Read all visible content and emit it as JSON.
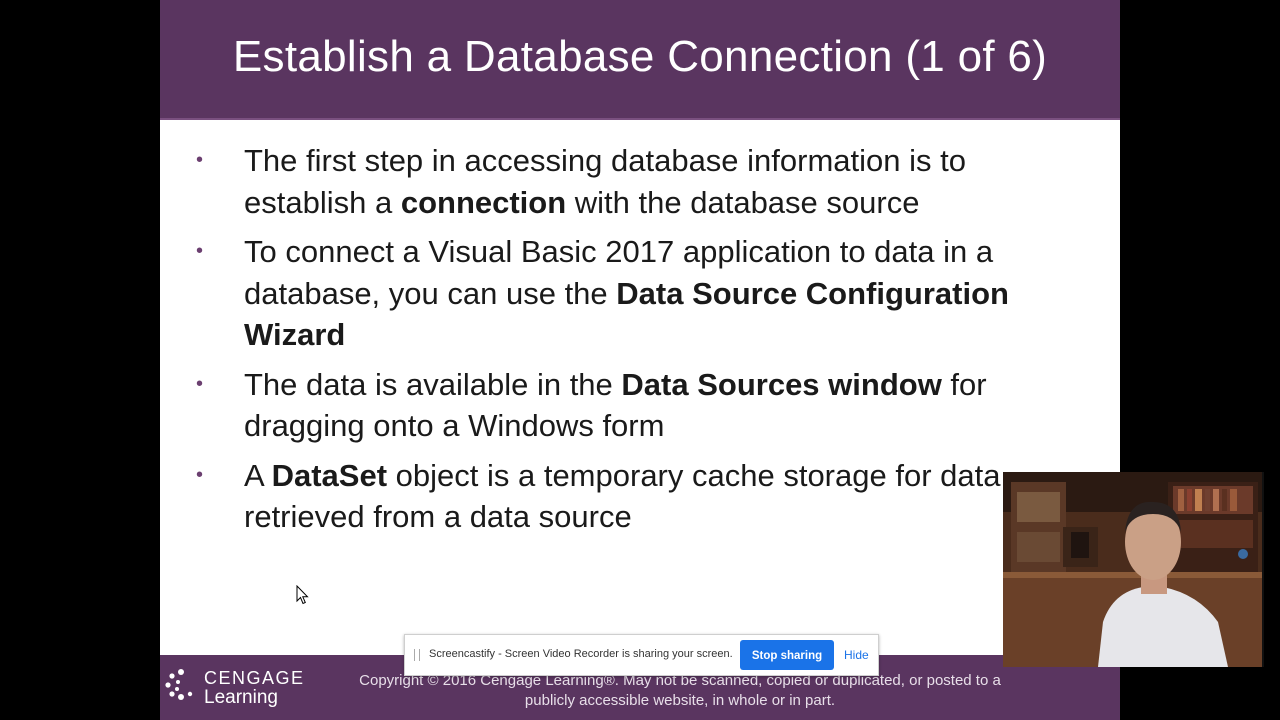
{
  "slide": {
    "title": "Establish a Database Connection (1 of 6)",
    "bullets": [
      {
        "segments": [
          {
            "text": "The first step in accessing database information is to establish a ",
            "bold": false
          },
          {
            "text": "connection",
            "bold": true
          },
          {
            "text": " with the database source",
            "bold": false
          }
        ]
      },
      {
        "segments": [
          {
            "text": "To connect a Visual Basic 2017 application to data in a database, you can use the ",
            "bold": false
          },
          {
            "text": "Data Source Configuration Wizard",
            "bold": true
          }
        ]
      },
      {
        "segments": [
          {
            "text": "The data is available in the ",
            "bold": false
          },
          {
            "text": "Data Sources window",
            "bold": true
          },
          {
            "text": " for dragging onto a Windows form",
            "bold": false
          }
        ]
      },
      {
        "segments": [
          {
            "text": "A ",
            "bold": false
          },
          {
            "text": "DataSet",
            "bold": true
          },
          {
            "text": " object is a temporary cache storage for data retrieved from a data source",
            "bold": false
          }
        ]
      }
    ]
  },
  "footer": {
    "logo_line1": "CENGAGE",
    "logo_line2": "Learning",
    "copyright": "Copyright © 2016 Cengage Learning®. May not be scanned, copied or duplicated, or posted to a publicly accessible website, in whole or in part."
  },
  "screencast_bar": {
    "message": "Screencastify - Screen Video Recorder is sharing your screen.",
    "stop_label": "Stop sharing",
    "hide_label": "Hide"
  },
  "colors": {
    "accent": "#5a3560",
    "button": "#1a73e8"
  }
}
